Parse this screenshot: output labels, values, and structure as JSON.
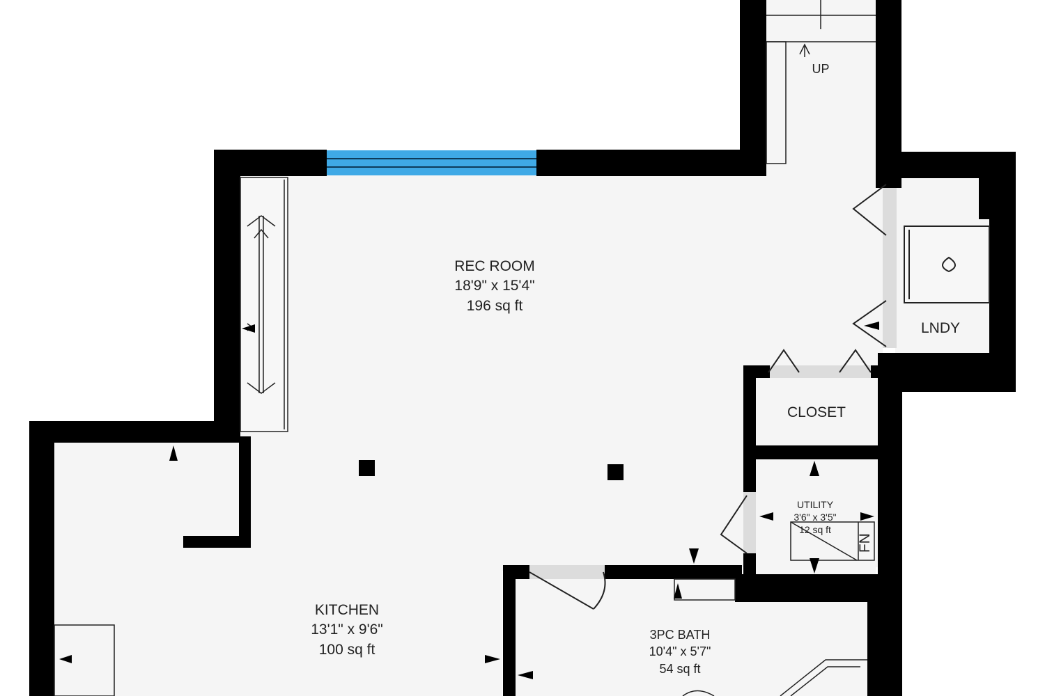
{
  "rooms": {
    "rec_room": {
      "name": "REC ROOM",
      "dims": "18'9\" x 15'4\"",
      "area": "196 sq ft"
    },
    "kitchen": {
      "name": "KITCHEN",
      "dims": "13'1\" x 9'6\"",
      "area": "100 sq ft"
    },
    "bath": {
      "name": "3PC BATH",
      "dims": "10'4\" x 5'7\"",
      "area": "54 sq ft"
    },
    "utility": {
      "name": "UTILITY",
      "dims": "3'6\" x 3'5\"",
      "area": "12 sq ft"
    },
    "closet": {
      "name": "CLOSET"
    },
    "laundry": {
      "name": "LNDY"
    }
  },
  "stairs": {
    "label": "UP"
  },
  "furnace": {
    "label": "FN"
  },
  "colors": {
    "wall": "#000000",
    "floor": "#f5f5f5",
    "window": "#3fa9e6",
    "door_opening": "#dcdcdc",
    "stroke": "#222222"
  }
}
